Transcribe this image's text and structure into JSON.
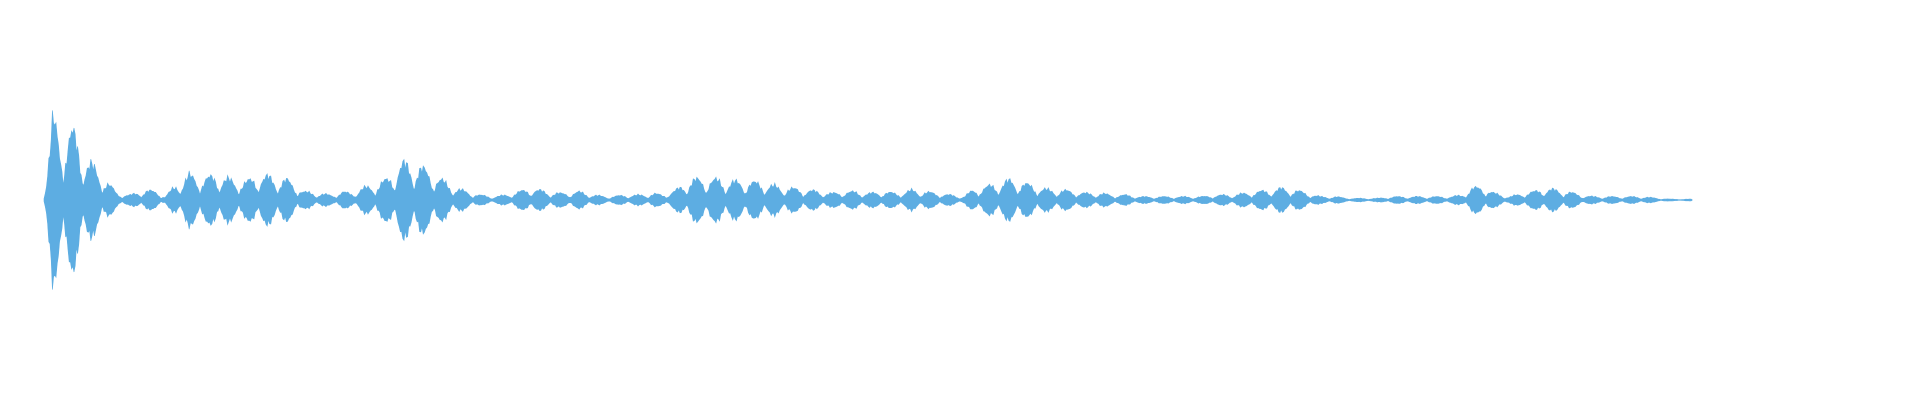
{
  "waveform": {
    "color": "#5dade2",
    "background": "#ffffff",
    "visible_extent": 0.9,
    "envelope_peaks": [
      [
        0.0,
        0.03
      ],
      [
        0.005,
        0.5
      ],
      [
        0.0095,
        0.35
      ],
      [
        0.0155,
        0.42
      ],
      [
        0.0225,
        0.25
      ],
      [
        0.029,
        0.18
      ],
      [
        0.04,
        0.04
      ],
      [
        0.047,
        0.03
      ],
      [
        0.055,
        0.06
      ],
      [
        0.062,
        0.05
      ],
      [
        0.066,
        0.02
      ],
      [
        0.072,
        0.09
      ],
      [
        0.079,
        0.15
      ],
      [
        0.087,
        0.13
      ],
      [
        0.095,
        0.15
      ],
      [
        0.102,
        0.12
      ],
      [
        0.11,
        0.11
      ],
      [
        0.118,
        0.15
      ],
      [
        0.126,
        0.13
      ],
      [
        0.133,
        0.12
      ],
      [
        0.142,
        0.05
      ],
      [
        0.15,
        0.04
      ],
      [
        0.157,
        0.03
      ],
      [
        0.163,
        0.05
      ],
      [
        0.168,
        0.04
      ],
      [
        0.173,
        0.07
      ],
      [
        0.181,
        0.09
      ],
      [
        0.188,
        0.13
      ],
      [
        0.195,
        0.22
      ],
      [
        0.203,
        0.21
      ],
      [
        0.212,
        0.16
      ],
      [
        0.22,
        0.1
      ],
      [
        0.228,
        0.06
      ],
      [
        0.238,
        0.03
      ],
      [
        0.245,
        0.02
      ],
      [
        0.252,
        0.03
      ],
      [
        0.259,
        0.05
      ],
      [
        0.266,
        0.07
      ],
      [
        0.274,
        0.05
      ],
      [
        0.282,
        0.04
      ],
      [
        0.292,
        0.05
      ],
      [
        0.3,
        0.03
      ],
      [
        0.308,
        0.02
      ],
      [
        0.318,
        0.03
      ],
      [
        0.326,
        0.03
      ],
      [
        0.333,
        0.04
      ],
      [
        0.338,
        0.03
      ],
      [
        0.345,
        0.06
      ],
      [
        0.353,
        0.12
      ],
      [
        0.361,
        0.13
      ],
      [
        0.369,
        0.12
      ],
      [
        0.377,
        0.11
      ],
      [
        0.385,
        0.11
      ],
      [
        0.393,
        0.1
      ],
      [
        0.401,
        0.08
      ],
      [
        0.409,
        0.07
      ],
      [
        0.417,
        0.06
      ],
      [
        0.424,
        0.05
      ],
      [
        0.43,
        0.04
      ],
      [
        0.436,
        0.05
      ],
      [
        0.443,
        0.05
      ],
      [
        0.45,
        0.04
      ],
      [
        0.458,
        0.05
      ],
      [
        0.466,
        0.04
      ],
      [
        0.474,
        0.06
      ],
      [
        0.481,
        0.05
      ],
      [
        0.488,
        0.04
      ],
      [
        0.495,
        0.03
      ],
      [
        0.502,
        0.02
      ],
      [
        0.507,
        0.06
      ],
      [
        0.514,
        0.08
      ],
      [
        0.521,
        0.1
      ],
      [
        0.528,
        0.12
      ],
      [
        0.535,
        0.1
      ],
      [
        0.542,
        0.08
      ],
      [
        0.549,
        0.06
      ],
      [
        0.556,
        0.06
      ],
      [
        0.563,
        0.05
      ],
      [
        0.57,
        0.04
      ],
      [
        0.577,
        0.04
      ],
      [
        0.584,
        0.03
      ],
      [
        0.591,
        0.03
      ],
      [
        0.598,
        0.02
      ],
      [
        0.604,
        0.02
      ],
      [
        0.611,
        0.02
      ],
      [
        0.618,
        0.02
      ],
      [
        0.625,
        0.02
      ],
      [
        0.632,
        0.02
      ],
      [
        0.64,
        0.03
      ],
      [
        0.648,
        0.03
      ],
      [
        0.655,
        0.04
      ],
      [
        0.662,
        0.05
      ],
      [
        0.669,
        0.06
      ],
      [
        0.676,
        0.07
      ],
      [
        0.683,
        0.06
      ],
      [
        0.69,
        0.04
      ],
      [
        0.697,
        0.02
      ],
      [
        0.705,
        0.02
      ],
      [
        0.713,
        0.01
      ],
      [
        0.72,
        0.01
      ],
      [
        0.728,
        0.01
      ],
      [
        0.736,
        0.02
      ],
      [
        0.744,
        0.02
      ],
      [
        0.752,
        0.02
      ],
      [
        0.76,
        0.02
      ],
      [
        0.768,
        0.02
      ],
      [
        0.774,
        0.03
      ],
      [
        0.779,
        0.07
      ],
      [
        0.785,
        0.08
      ],
      [
        0.792,
        0.04
      ],
      [
        0.8,
        0.02
      ],
      [
        0.807,
        0.04
      ],
      [
        0.813,
        0.05
      ],
      [
        0.819,
        0.07
      ],
      [
        0.826,
        0.06
      ],
      [
        0.832,
        0.05
      ],
      [
        0.839,
        0.03
      ],
      [
        0.846,
        0.02
      ],
      [
        0.853,
        0.02
      ],
      [
        0.86,
        0.02
      ],
      [
        0.866,
        0.02
      ],
      [
        0.872,
        0.02
      ],
      [
        0.877,
        0.015
      ],
      [
        0.882,
        0.01
      ],
      [
        0.888,
        0.005
      ]
    ]
  }
}
